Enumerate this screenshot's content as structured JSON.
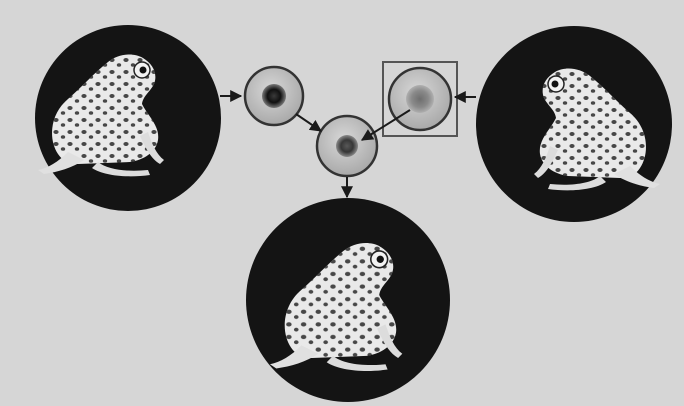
{
  "diagram": {
    "description_text": "",
    "nodes": [
      {
        "id": "frog-left",
        "kind": "frog-portrait",
        "pattern": "dark-spots"
      },
      {
        "id": "cell-donor",
        "kind": "cell",
        "nucleus": "dark"
      },
      {
        "id": "cell-recipient",
        "kind": "cell",
        "nucleus": "light",
        "framed": true
      },
      {
        "id": "cell-combined",
        "kind": "cell",
        "nucleus": "dark"
      },
      {
        "id": "frog-right",
        "kind": "frog-portrait",
        "pattern": "dark-spots"
      },
      {
        "id": "frog-bottom",
        "kind": "frog-portrait",
        "pattern": "dark-spots"
      }
    ],
    "edges": [
      {
        "from": "frog-left",
        "to": "cell-donor"
      },
      {
        "from": "frog-right",
        "to": "cell-recipient"
      },
      {
        "from": "cell-donor",
        "to": "cell-combined"
      },
      {
        "from": "cell-recipient",
        "to": "cell-combined"
      },
      {
        "from": "cell-combined",
        "to": "frog-bottom"
      }
    ]
  },
  "colors": {
    "background": "#d6d6d6",
    "circle_fill": "#141414",
    "cell_fill": "#bdbdbd",
    "cell_ring": "#333333",
    "arrow": "#1a1a1a",
    "frog_body": "#e9e9e9",
    "frog_spot": "#2a2a2a"
  }
}
